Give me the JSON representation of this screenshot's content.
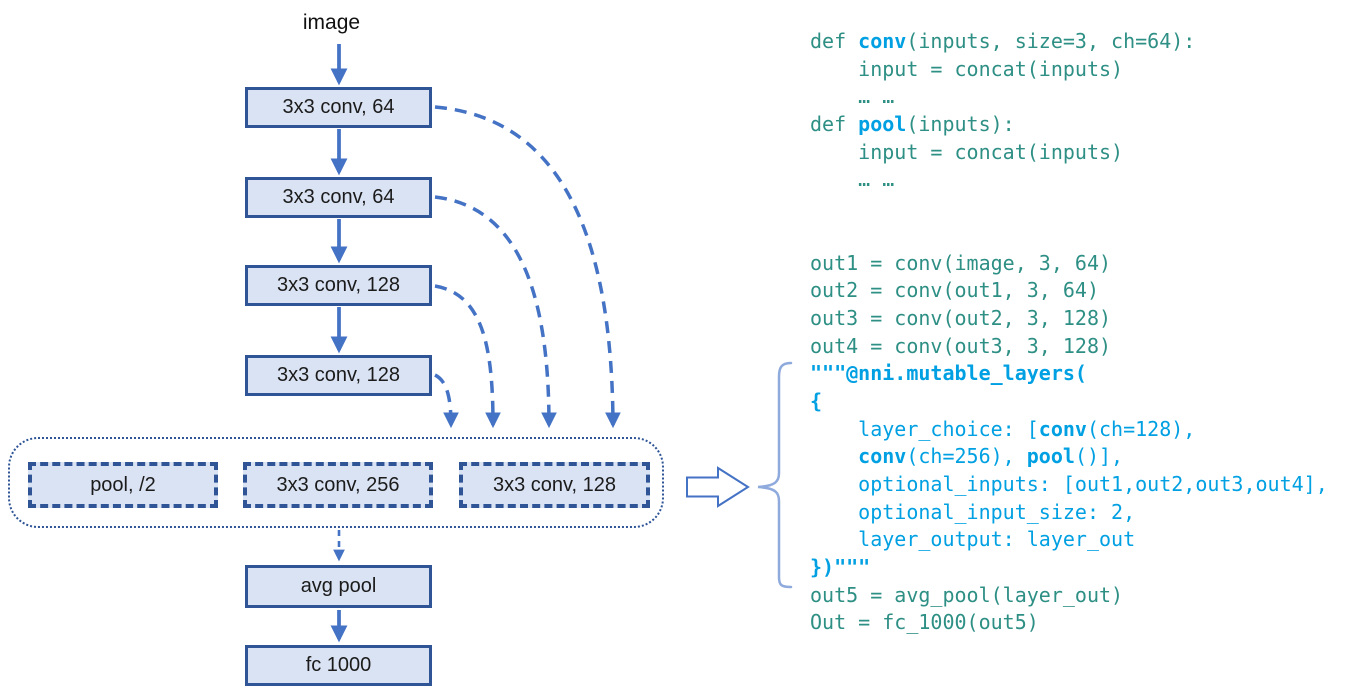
{
  "colors": {
    "box_fill": "#dae3f3",
    "box_border": "#2f5597",
    "arrow_blue": "#4472c4",
    "brace_blue": "#8faadc",
    "code_teal": "#2e8f85",
    "code_blue": "#00a0e2"
  },
  "diagram": {
    "input_label": "image",
    "conv_stack": [
      {
        "label": "3x3 conv, 64"
      },
      {
        "label": "3x3 conv, 64"
      },
      {
        "label": "3x3 conv, 128"
      },
      {
        "label": "3x3 conv, 128"
      }
    ],
    "mutable_block_choices": [
      {
        "label": "pool, /2"
      },
      {
        "label": "3x3 conv, 256"
      },
      {
        "label": "3x3 conv, 128"
      }
    ],
    "tail_stack": [
      {
        "label": "avg pool"
      },
      {
        "label": "fc 1000"
      }
    ]
  },
  "code": {
    "lines": [
      {
        "tokens": [
          {
            "t": "def ",
            "s": "teal"
          },
          {
            "t": "conv",
            "s": "blue-bold"
          },
          {
            "t": "(inputs, size=3, ch=64):",
            "s": "teal"
          }
        ]
      },
      {
        "tokens": [
          {
            "t": "    input = concat(inputs)",
            "s": "teal"
          }
        ]
      },
      {
        "tokens": [
          {
            "t": "    … …",
            "s": "teal"
          }
        ]
      },
      {
        "tokens": [
          {
            "t": "def ",
            "s": "teal"
          },
          {
            "t": "pool",
            "s": "blue-bold"
          },
          {
            "t": "(inputs):",
            "s": "teal"
          }
        ]
      },
      {
        "tokens": [
          {
            "t": "    input = concat(inputs)",
            "s": "teal"
          }
        ]
      },
      {
        "tokens": [
          {
            "t": "    … …",
            "s": "teal"
          }
        ]
      },
      {
        "tokens": []
      },
      {
        "tokens": []
      },
      {
        "tokens": [
          {
            "t": "out1 = conv(image, 3, 64)",
            "s": "teal"
          }
        ]
      },
      {
        "tokens": [
          {
            "t": "out2 = conv(out1, 3, 64)",
            "s": "teal"
          }
        ]
      },
      {
        "tokens": [
          {
            "t": "out3 = conv(out2, 3, 128)",
            "s": "teal"
          }
        ]
      },
      {
        "tokens": [
          {
            "t": "out4 = conv(out3, 3, 128)",
            "s": "teal"
          }
        ]
      },
      {
        "tokens": [
          {
            "t": "\"\"\"@nni.mutable_layers(",
            "s": "blue-bold"
          }
        ]
      },
      {
        "tokens": [
          {
            "t": "{",
            "s": "blue-bold"
          }
        ]
      },
      {
        "tokens": [
          {
            "t": "    layer_choice: [",
            "s": "blue"
          },
          {
            "t": "conv",
            "s": "blue-bold"
          },
          {
            "t": "(ch=128),",
            "s": "blue"
          }
        ]
      },
      {
        "tokens": [
          {
            "t": "    ",
            "s": "blue"
          },
          {
            "t": "conv",
            "s": "blue-bold"
          },
          {
            "t": "(ch=256), ",
            "s": "blue"
          },
          {
            "t": "pool",
            "s": "blue-bold"
          },
          {
            "t": "()],",
            "s": "blue"
          }
        ]
      },
      {
        "tokens": [
          {
            "t": "    optional_inputs: [out1,out2,out3,out4],",
            "s": "blue"
          }
        ]
      },
      {
        "tokens": [
          {
            "t": "    optional_input_size: 2,",
            "s": "blue"
          }
        ]
      },
      {
        "tokens": [
          {
            "t": "    layer_output: layer_out",
            "s": "blue"
          }
        ]
      },
      {
        "tokens": [
          {
            "t": "})\"\"\"",
            "s": "blue-bold"
          }
        ]
      },
      {
        "tokens": [
          {
            "t": "out5 = avg_pool(layer_out)",
            "s": "teal"
          }
        ]
      },
      {
        "tokens": [
          {
            "t": "Out = fc_1000(out5)",
            "s": "teal"
          }
        ]
      }
    ]
  }
}
